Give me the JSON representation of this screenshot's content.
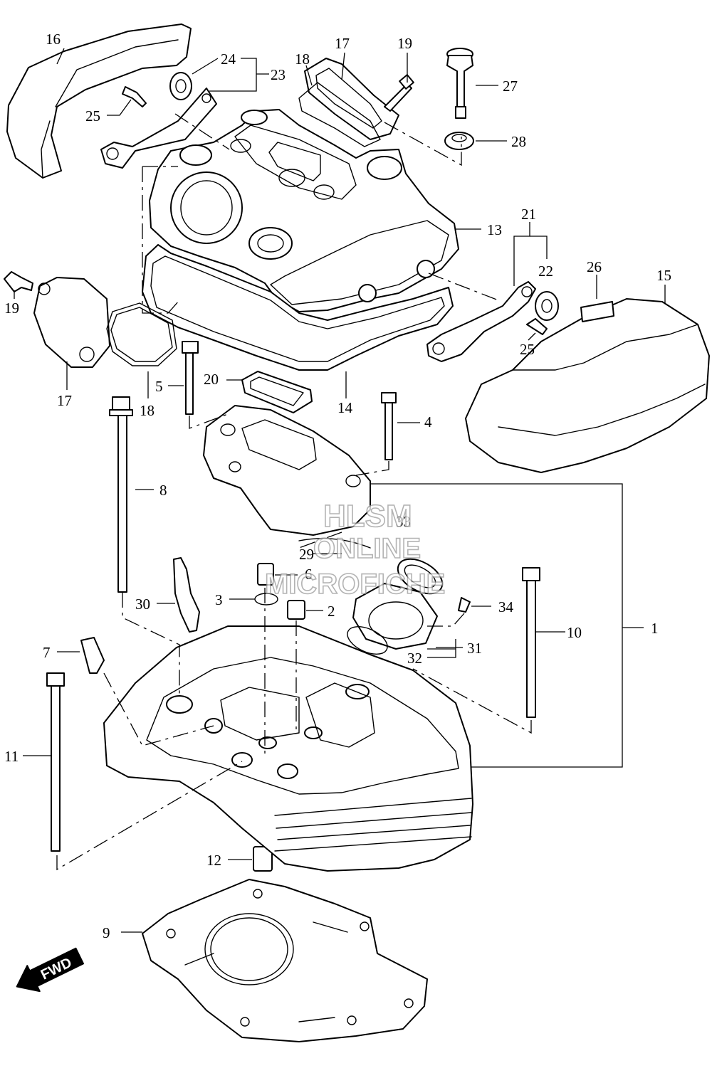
{
  "watermark": {
    "line1": "HLSM",
    "line2": "ONLINE",
    "line3": "MICROFICHE"
  },
  "direction_label": "FWD",
  "callouts": [
    {
      "id": "c1",
      "label": "1"
    },
    {
      "id": "c2",
      "label": "2"
    },
    {
      "id": "c3",
      "label": "3"
    },
    {
      "id": "c4",
      "label": "4"
    },
    {
      "id": "c5",
      "label": "5"
    },
    {
      "id": "c6",
      "label": "6"
    },
    {
      "id": "c7",
      "label": "7"
    },
    {
      "id": "c8",
      "label": "8"
    },
    {
      "id": "c9",
      "label": "9"
    },
    {
      "id": "c10",
      "label": "10"
    },
    {
      "id": "c11",
      "label": "11"
    },
    {
      "id": "c12",
      "label": "12"
    },
    {
      "id": "c13",
      "label": "13"
    },
    {
      "id": "c14",
      "label": "14"
    },
    {
      "id": "c15",
      "label": "15"
    },
    {
      "id": "c16",
      "label": "16"
    },
    {
      "id": "c17a",
      "label": "17"
    },
    {
      "id": "c17b",
      "label": "17"
    },
    {
      "id": "c18a",
      "label": "18"
    },
    {
      "id": "c18b",
      "label": "18"
    },
    {
      "id": "c19a",
      "label": "19"
    },
    {
      "id": "c19b",
      "label": "19"
    },
    {
      "id": "c20",
      "label": "20"
    },
    {
      "id": "c21",
      "label": "21"
    },
    {
      "id": "c22",
      "label": "22"
    },
    {
      "id": "c23",
      "label": "23"
    },
    {
      "id": "c24",
      "label": "24"
    },
    {
      "id": "c25a",
      "label": "25"
    },
    {
      "id": "c25b",
      "label": "25"
    },
    {
      "id": "c26",
      "label": "26"
    },
    {
      "id": "c27",
      "label": "27"
    },
    {
      "id": "c28",
      "label": "28"
    },
    {
      "id": "c29",
      "label": "29"
    },
    {
      "id": "c30",
      "label": "30"
    },
    {
      "id": "c31",
      "label": "31"
    },
    {
      "id": "c32",
      "label": "32"
    },
    {
      "id": "c33",
      "label": "33"
    },
    {
      "id": "c34",
      "label": "34"
    }
  ]
}
